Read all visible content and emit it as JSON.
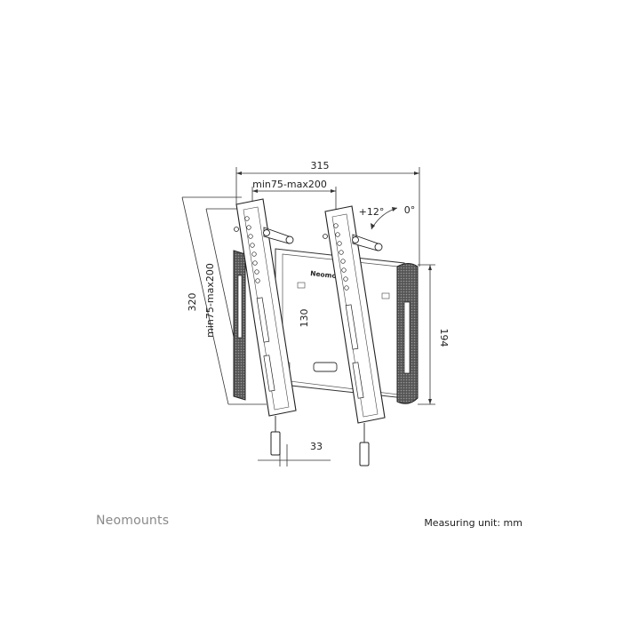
{
  "brand": "Neomounts",
  "unit_note": "Measuring unit: mm",
  "dimensions": {
    "overall_width": "315",
    "vesa_horizontal": "min75-max200",
    "overall_height": "320",
    "vesa_vertical": "min75-max200",
    "center_height": "130",
    "wall_plate_height": "194",
    "depth": "33"
  },
  "tilt": {
    "max": "+12°",
    "min": "0°"
  },
  "plate_logo": "Neomou"
}
